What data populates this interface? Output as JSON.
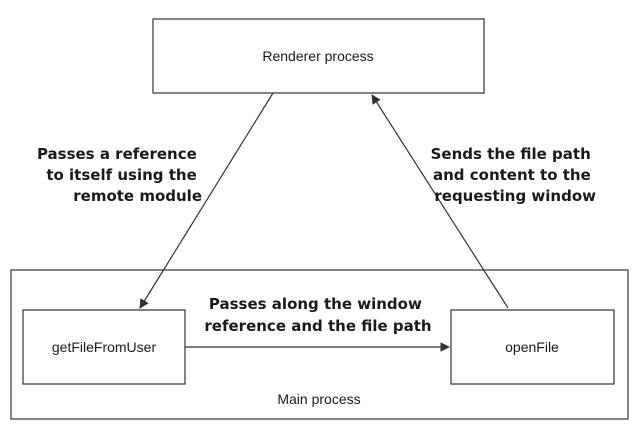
{
  "diagram": {
    "nodes": {
      "renderer": {
        "label": "Renderer process"
      },
      "get_file": {
        "label": "getFileFromUser"
      },
      "open_file": {
        "label": "openFile"
      }
    },
    "container": {
      "label": "Main process"
    },
    "edges": {
      "renderer_to_get_file": {
        "lines": [
          "Passes a reference",
          "to itself using the",
          "remote module"
        ]
      },
      "get_file_to_open_file": {
        "lines": [
          "Passes along the window",
          "reference and the file path"
        ]
      },
      "open_file_to_renderer": {
        "lines": [
          "Sends the file path",
          "and content to the",
          "requesting window"
        ]
      }
    },
    "colors": {
      "stroke": "#333333",
      "background": "#ffffff",
      "text": "#1a1a1a"
    }
  }
}
